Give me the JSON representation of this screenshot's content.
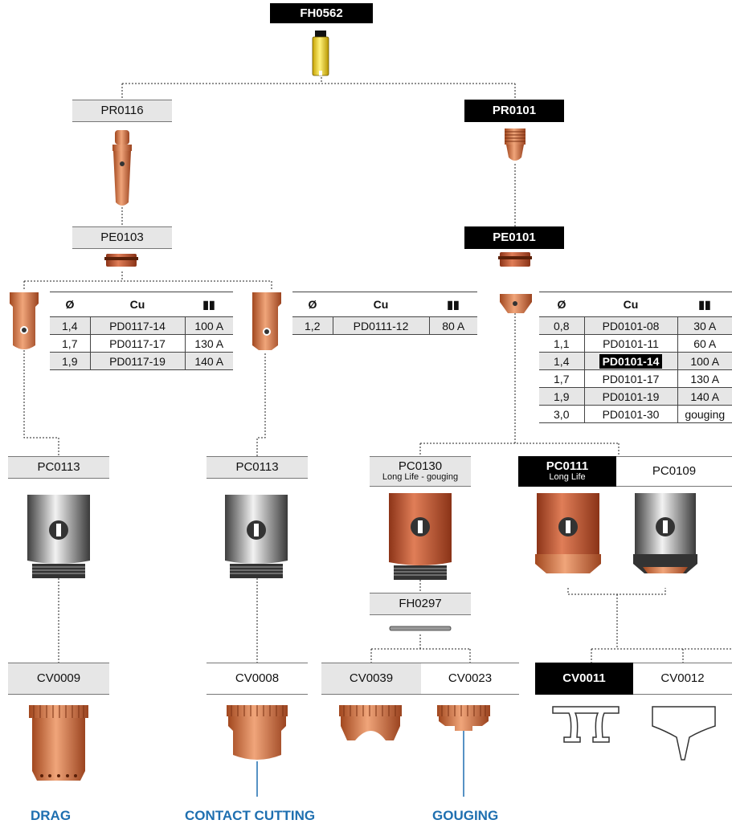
{
  "torch": {
    "code": "FH0562"
  },
  "electrodes": [
    {
      "code": "PR0116"
    },
    {
      "code": "PR0101"
    }
  ],
  "diffusers": [
    {
      "code": "PE0103"
    },
    {
      "code": "PE0101"
    }
  ],
  "table_headers": {
    "dia": "Ø",
    "cu": "Cu",
    "amp_icon": "stack-icon"
  },
  "nozzle_table_1": [
    {
      "dia": "1,4",
      "code": "PD0117-14",
      "amp": "100 A"
    },
    {
      "dia": "1,7",
      "code": "PD0117-17",
      "amp": "130 A"
    },
    {
      "dia": "1,9",
      "code": "PD0117-19",
      "amp": "140 A"
    }
  ],
  "nozzle_table_2": [
    {
      "dia": "1,2",
      "code": "PD0111-12",
      "amp": "80 A"
    }
  ],
  "nozzle_table_3": [
    {
      "dia": "0,8",
      "code": "PD0101-08",
      "amp": "30 A"
    },
    {
      "dia": "1,1",
      "code": "PD0101-11",
      "amp": "60 A"
    },
    {
      "dia": "1,4",
      "code": "PD0101-14",
      "amp": "100 A"
    },
    {
      "dia": "1,7",
      "code": "PD0101-17",
      "amp": "130 A"
    },
    {
      "dia": "1,9",
      "code": "PD0101-19",
      "amp": "140 A"
    },
    {
      "dia": "3,0",
      "code": "PD0101-30",
      "amp": "gouging"
    }
  ],
  "caps": [
    {
      "code": "PC0113"
    },
    {
      "code": "PC0113"
    },
    {
      "code": "PC0130",
      "sub": "Long Life - gouging"
    },
    {
      "code": "PC0111",
      "sub": "Long Life"
    },
    {
      "code": "PC0109"
    }
  ],
  "spacer": {
    "code": "FH0297"
  },
  "shields": [
    {
      "code": "CV0009"
    },
    {
      "code": "CV0008"
    },
    {
      "code": "CV0039"
    },
    {
      "code": "CV0023"
    },
    {
      "code": "CV0011"
    },
    {
      "code": "CV0012"
    }
  ],
  "captions": {
    "drag": "DRAG",
    "contact": "CONTACT CUTTING",
    "gouging": "GOUGING"
  },
  "colors": {
    "copper": "#d9804f",
    "accent": "#1e6fb0",
    "highlight": "#000000",
    "label_bg": "#e6e6e6"
  }
}
